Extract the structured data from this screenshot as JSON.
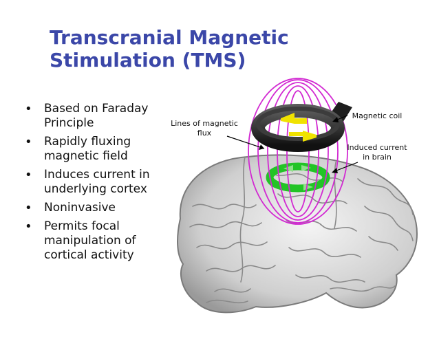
{
  "slide": {
    "title_line1": "Transcranial Magnetic",
    "title_line2": "Stimulation (TMS)",
    "bullets": [
      [
        "Based on Faraday",
        "Principle"
      ],
      [
        "Rapidly fluxing",
        "magnetic field"
      ],
      [
        "Induces current in",
        "underlying cortex"
      ],
      [
        "Noninvasive"
      ],
      [
        "Permits focal",
        "manipulation of",
        "cortical activity"
      ]
    ]
  },
  "figure": {
    "label_flux_line1": "Lines of magnetic",
    "label_flux_line2": "flux",
    "label_coil": "Magnetic coil",
    "label_current_line1": "Induced current",
    "label_current_line2": "in brain",
    "colors": {
      "title": "#3b47a8",
      "flux": "#d22ad2",
      "coil": "#2a2a2a",
      "coil_arrow": "#f0e200",
      "induced": "#22c426"
    }
  }
}
